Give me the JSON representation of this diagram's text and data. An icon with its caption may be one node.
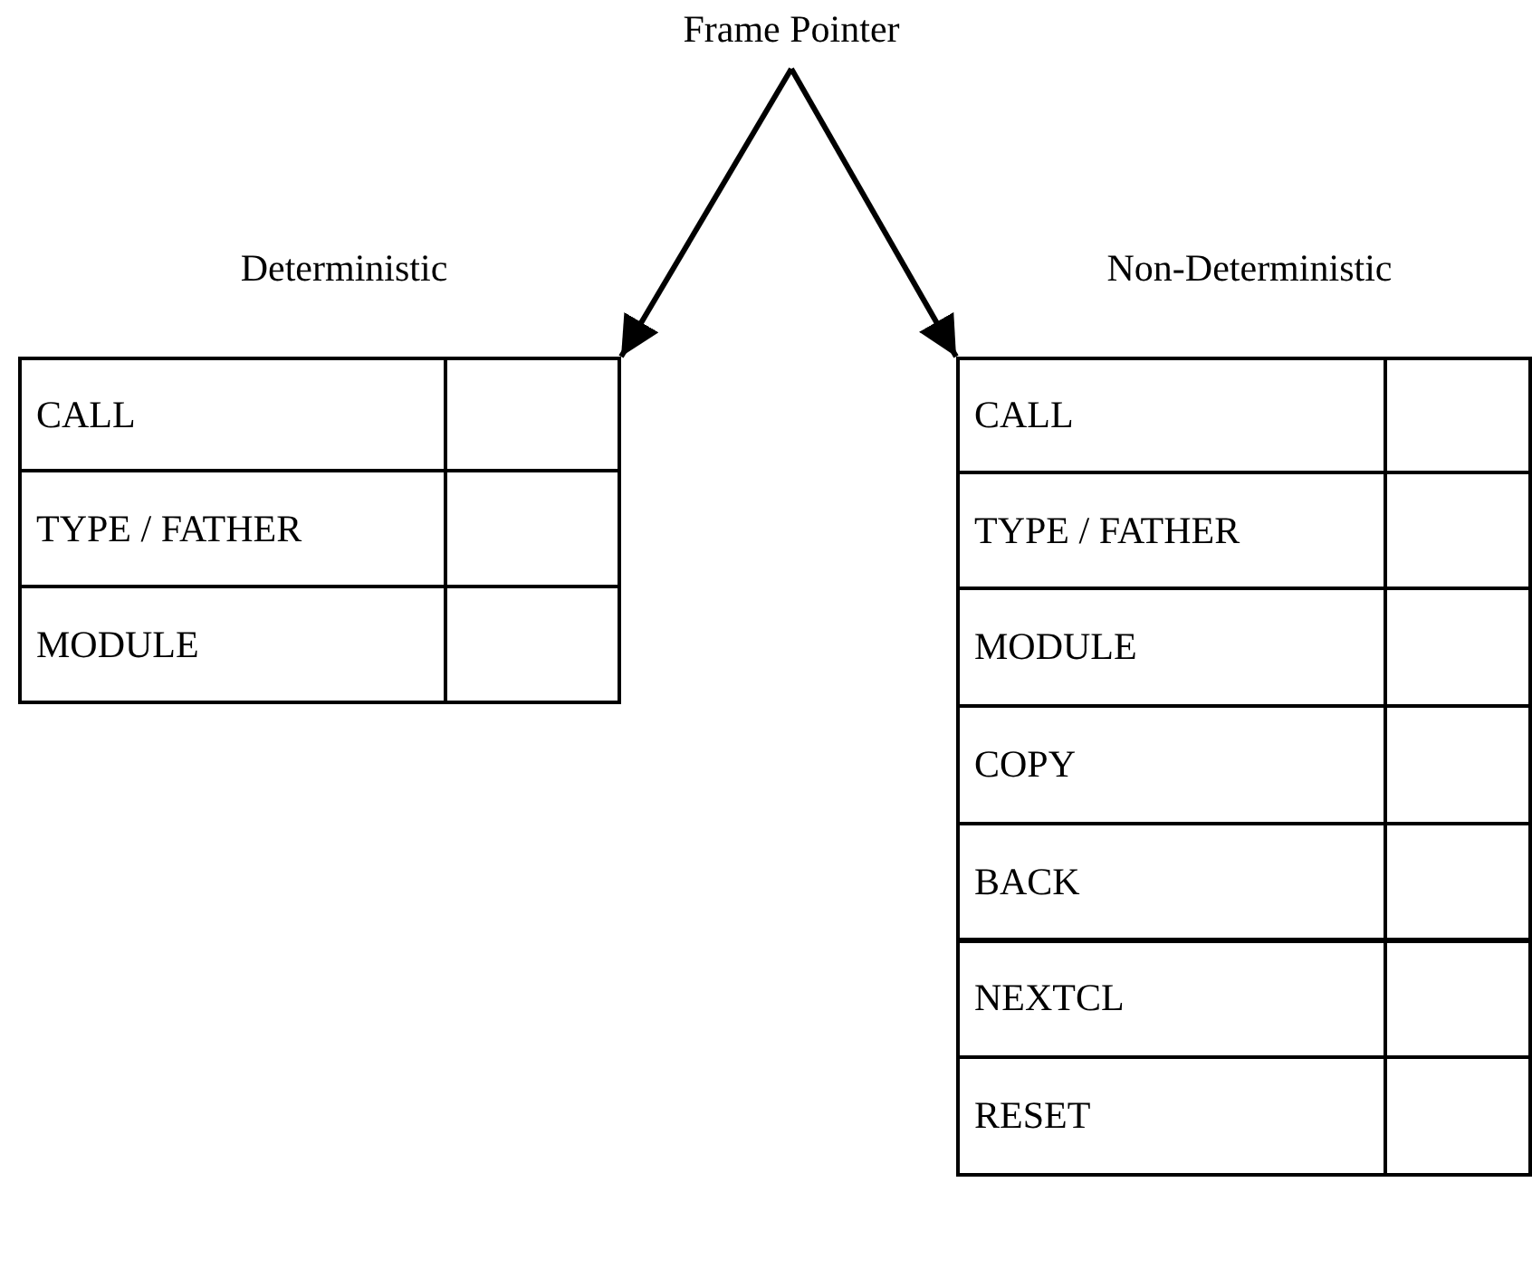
{
  "diagram": {
    "nodes": [
      {
        "text": [
          "Frame Pointer"
        ]
      },
      {
        "text": [
          "Deterministic"
        ]
      },
      {
        "text": [
          "CALL"
        ],
        "in": 1
      },
      {
        "text": [
          "TYPE / FATHER"
        ],
        "in": 1
      },
      {
        "text": [
          "MODULE"
        ],
        "in": 1
      },
      {
        "text": [
          "Non-Deterministic"
        ]
      },
      {
        "text": [
          "CALL"
        ],
        "in": 5
      },
      {
        "text": [
          "TYPE / FATHER"
        ],
        "in": 5
      },
      {
        "text": [
          "MODULE"
        ],
        "in": 5
      },
      {
        "text": [
          "COPY"
        ],
        "in": 5
      },
      {
        "text": [
          "BACK"
        ],
        "in": 5
      },
      {
        "text": [
          "NEXTCL"
        ],
        "in": 5
      },
      {
        "text": [
          "RESET"
        ],
        "in": 5
      }
    ],
    "edges": [
      {
        "from": 0,
        "to": 1,
        "arrow": "to"
      },
      {
        "from": 0,
        "to": 5,
        "arrow": "to"
      }
    ]
  }
}
